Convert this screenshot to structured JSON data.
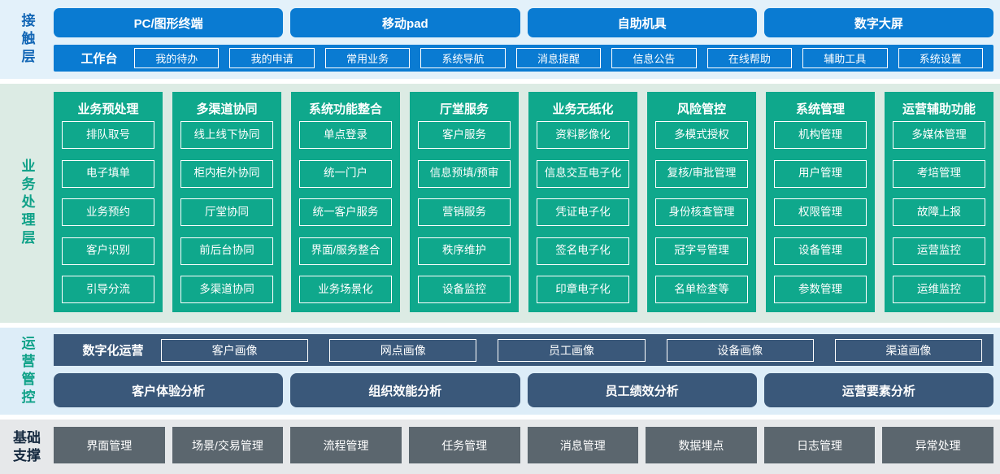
{
  "colors": {
    "accent_blue": "#0a7bd2",
    "accent_green": "#0fa88c",
    "accent_dark_blue": "#3a587a",
    "accent_gray": "#5b666e",
    "band_contact_bg": "#e3f1fa",
    "band_business_bg": "#dcebe4",
    "band_ops_bg": "#ddedf8",
    "band_base_bg": "#e6e8ea",
    "label_blue": "#1266b5",
    "label_green": "#0fa188",
    "label_navy": "#15293f"
  },
  "contact": {
    "label": "接触层",
    "terminals": [
      "PC/图形终端",
      "移动pad",
      "自助机具",
      "数字大屏"
    ],
    "workbench": {
      "label": "工作台",
      "items": [
        "我的待办",
        "我的申请",
        "常用业务",
        "系统导航",
        "消息提醒",
        "信息公告",
        "在线帮助",
        "辅助工具",
        "系统设置"
      ]
    }
  },
  "business": {
    "label": "业务处理层",
    "columns": [
      {
        "header": "业务预处理",
        "items": [
          "排队取号",
          "电子填单",
          "业务预约",
          "客户识别",
          "引导分流"
        ]
      },
      {
        "header": "多渠道协同",
        "items": [
          "线上线下协同",
          "柜内柜外协同",
          "厅堂协同",
          "前后台协同",
          "多渠道协同"
        ]
      },
      {
        "header": "系统功能整合",
        "items": [
          "单点登录",
          "统一门户",
          "统一客户服务",
          "界面/服务整合",
          "业务场景化"
        ]
      },
      {
        "header": "厅堂服务",
        "items": [
          "客户服务",
          "信息预填/预审",
          "营销服务",
          "秩序维护",
          "设备监控"
        ]
      },
      {
        "header": "业务无纸化",
        "items": [
          "资料影像化",
          "信息交互电子化",
          "凭证电子化",
          "签名电子化",
          "印章电子化"
        ]
      },
      {
        "header": "风险管控",
        "items": [
          "多模式授权",
          "复核/审批管理",
          "身份核查管理",
          "冠字号管理",
          "名单检查等"
        ]
      },
      {
        "header": "系统管理",
        "items": [
          "机构管理",
          "用户管理",
          "权限管理",
          "设备管理",
          "参数管理"
        ]
      },
      {
        "header": "运营辅助功能",
        "items": [
          "多媒体管理",
          "考培管理",
          "故障上报",
          "运营监控",
          "运维监控"
        ]
      }
    ]
  },
  "operations": {
    "label": "运营管控",
    "digital": {
      "label": "数字化运营",
      "items": [
        "客户画像",
        "网点画像",
        "员工画像",
        "设备画像",
        "渠道画像"
      ]
    },
    "analysis": [
      "客户体验分析",
      "组织效能分析",
      "员工绩效分析",
      "运营要素分析"
    ]
  },
  "foundation": {
    "label": "基础支撑",
    "items": [
      "界面管理",
      "场景/交易管理",
      "流程管理",
      "任务管理",
      "消息管理",
      "数据埋点",
      "日志管理",
      "异常处理"
    ]
  }
}
